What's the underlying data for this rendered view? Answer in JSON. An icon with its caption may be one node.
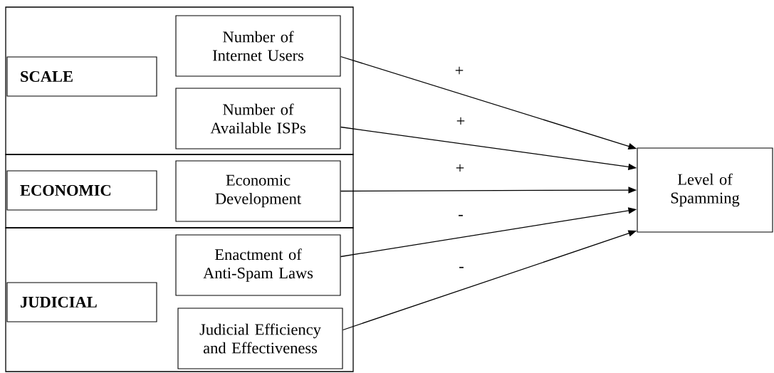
{
  "diagram": {
    "nodes": [
      {
        "text": [],
        "shape": "box"
      },
      {
        "text": [
          "SCALE"
        ],
        "in": 0
      },
      {
        "text": [
          "Number of Internet Users"
        ],
        "in": 0
      },
      {
        "text": [
          "Number of Available ISPs"
        ],
        "in": 0
      },
      {
        "text": [],
        "shape": "box"
      },
      {
        "text": [
          "ECONOMIC"
        ],
        "in": 4
      },
      {
        "text": [
          "Economic Development"
        ],
        "in": 4
      },
      {
        "text": [],
        "shape": "box"
      },
      {
        "text": [
          "JUDICIAL"
        ],
        "in": 7
      },
      {
        "text": [
          "Enactment of Anti-Spam Laws"
        ],
        "in": 7
      },
      {
        "text": [
          "Judicial Efficiency and Effectiveness"
        ],
        "in": 7
      },
      {
        "text": [
          "Level of Spamming"
        ]
      }
    ],
    "edges": [
      {
        "from": 2,
        "to": 11,
        "arrow": "to",
        "label": "+"
      },
      {
        "from": 3,
        "to": 11,
        "arrow": "to",
        "label": "+"
      },
      {
        "from": 6,
        "to": 11,
        "arrow": "to",
        "label": "+"
      },
      {
        "from": 9,
        "to": 11,
        "arrow": "to",
        "label": "-"
      },
      {
        "from": 10,
        "to": 11,
        "arrow": "to",
        "label": "-"
      }
    ]
  }
}
